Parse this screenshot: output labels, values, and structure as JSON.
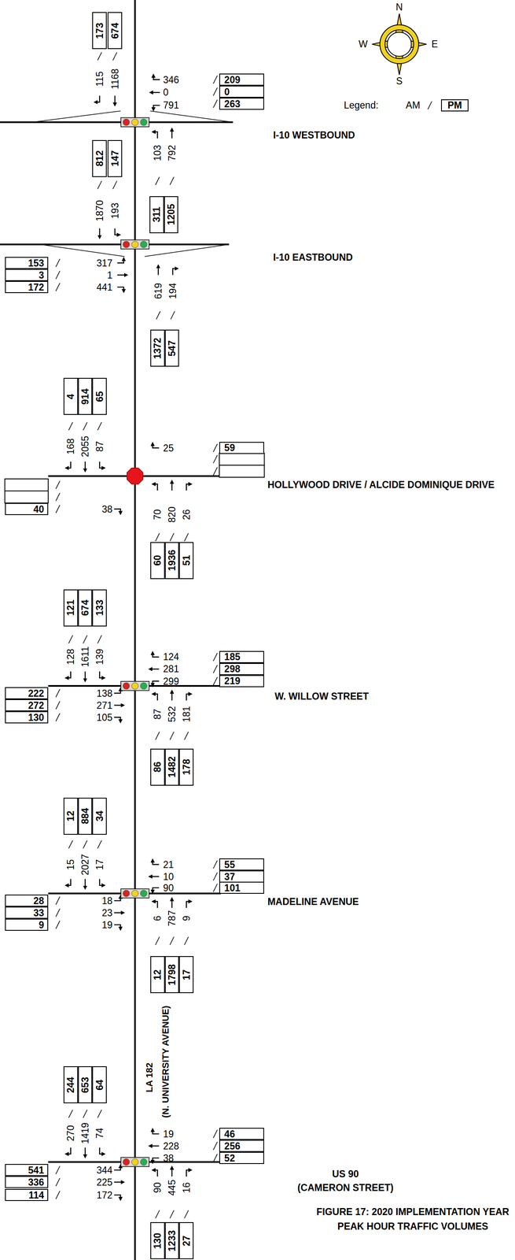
{
  "diagram": {
    "title": "FIGURE 17: 2020 IMPLEMENTATION YEAR PEAK HOUR TRAFFIC VOLUMES",
    "nodes": [
      {
        "text": [
          "173"
        ]
      },
      {
        "text": [
          "674"
        ]
      },
      {
        "text": [
          "209"
        ]
      },
      {
        "text": [
          "0"
        ]
      },
      {
        "text": [
          "263"
        ]
      },
      {
        "text": [
          "812"
        ]
      },
      {
        "text": [
          "147"
        ]
      },
      {
        "text": [
          "311"
        ]
      },
      {
        "text": [
          "1205"
        ]
      },
      {
        "text": [
          "153"
        ]
      },
      {
        "text": [
          "3"
        ]
      },
      {
        "text": [
          "172"
        ]
      },
      {
        "text": [
          "1372"
        ]
      },
      {
        "text": [
          "547"
        ]
      },
      {
        "text": [
          "4"
        ]
      },
      {
        "text": [
          "914"
        ]
      },
      {
        "text": [
          "65"
        ]
      },
      {
        "text": [
          "59"
        ]
      },
      {
        "text": [
          "40"
        ]
      },
      {
        "text": [
          "60"
        ]
      },
      {
        "text": [
          "1936"
        ]
      },
      {
        "text": [
          "51"
        ]
      },
      {
        "text": [
          "121"
        ]
      },
      {
        "text": [
          "674"
        ]
      },
      {
        "text": [
          "133"
        ]
      },
      {
        "text": [
          "185"
        ]
      },
      {
        "text": [
          "298"
        ]
      },
      {
        "text": [
          "219"
        ]
      },
      {
        "text": [
          "222"
        ]
      },
      {
        "text": [
          "272"
        ]
      },
      {
        "text": [
          "130"
        ]
      },
      {
        "text": [
          "86"
        ]
      },
      {
        "text": [
          "1482"
        ]
      },
      {
        "text": [
          "178"
        ]
      },
      {
        "text": [
          "12"
        ]
      },
      {
        "text": [
          "884"
        ]
      },
      {
        "text": [
          "34"
        ]
      },
      {
        "text": [
          "55"
        ]
      },
      {
        "text": [
          "37"
        ]
      },
      {
        "text": [
          "101"
        ]
      },
      {
        "text": [
          "28"
        ]
      },
      {
        "text": [
          "33"
        ]
      },
      {
        "text": [
          "9"
        ]
      },
      {
        "text": [
          "12"
        ]
      },
      {
        "text": [
          "1798"
        ]
      },
      {
        "text": [
          "17"
        ]
      },
      {
        "text": [
          "244"
        ]
      },
      {
        "text": [
          "653"
        ]
      },
      {
        "text": [
          "64"
        ]
      },
      {
        "text": [
          "46"
        ]
      },
      {
        "text": [
          "256"
        ]
      },
      {
        "text": [
          "52"
        ]
      },
      {
        "text": [
          "541"
        ]
      },
      {
        "text": [
          "336"
        ]
      },
      {
        "text": [
          "114"
        ]
      },
      {
        "text": [
          "130"
        ]
      },
      {
        "text": [
          "1233"
        ]
      },
      {
        "text": [
          "27"
        ]
      }
    ],
    "labels": [
      "115",
      "1168",
      "346",
      "0",
      "791",
      "103",
      "792",
      "1870",
      "193",
      "I-10 WESTBOUND",
      "317",
      "1",
      "441",
      "619",
      "194",
      "I-10 EASTBOUND",
      "168",
      "2055",
      "87",
      "25",
      "38",
      "70",
      "820",
      "26",
      "HOLLYWOOD DRIVE / ALCIDE DOMINIQUE DRIVE",
      "128",
      "1611",
      "139",
      "124",
      "281",
      "299",
      "138",
      "271",
      "105",
      "87",
      "532",
      "181",
      "W. WILLOW STREET",
      "15",
      "2027",
      "17",
      "21",
      "10",
      "90",
      "18",
      "23",
      "19",
      "6",
      "787",
      "9",
      "MADELINE AVENUE",
      "LA 182",
      "(N. UNIVERSITY AVENUE)",
      "270",
      "1419",
      "74",
      "19",
      "228",
      "38",
      "344",
      "225",
      "172",
      "90",
      "445",
      "16",
      "US 90",
      "(CAMERON STREET)",
      "N",
      "E",
      "S",
      "W",
      "Legend:"
    ],
    "legend": [
      {
        "text": "AM"
      },
      {
        "text": "PM"
      }
    ]
  }
}
